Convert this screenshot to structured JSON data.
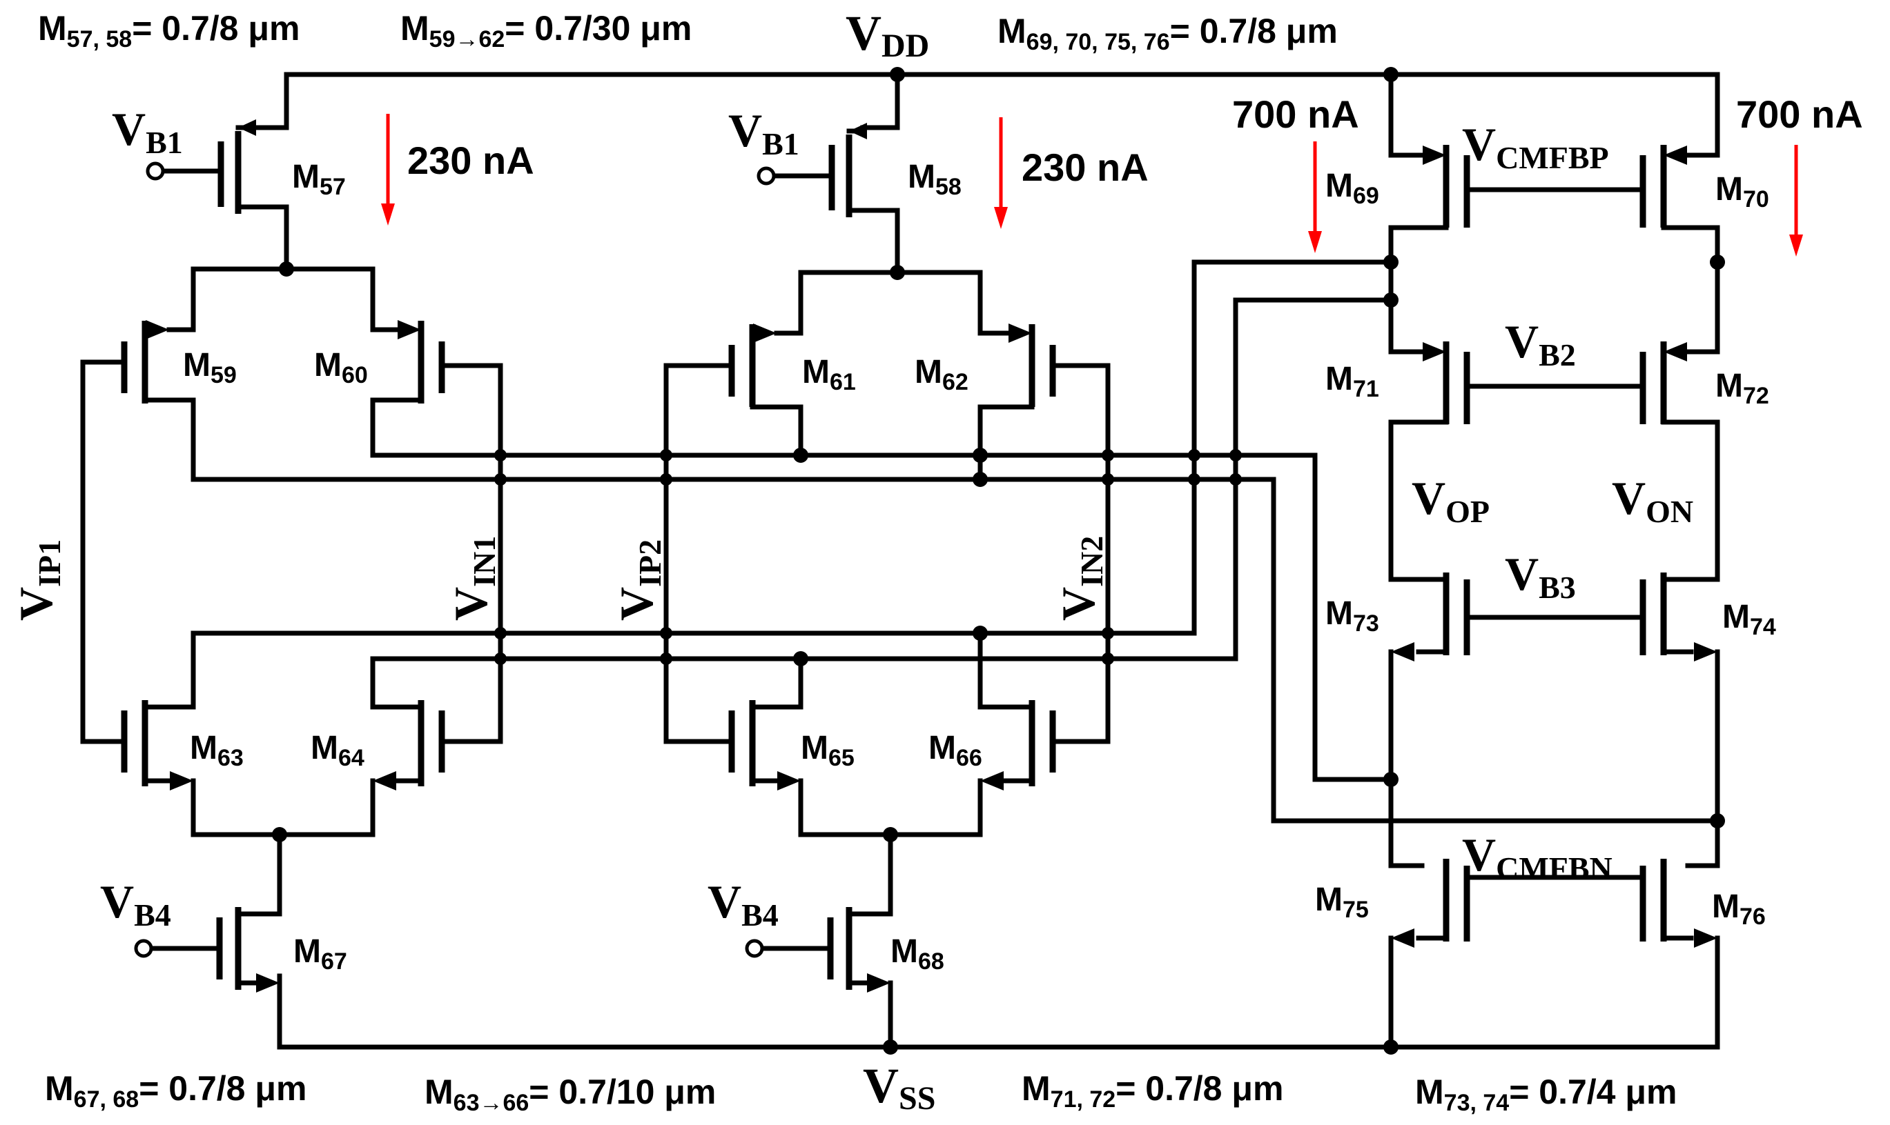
{
  "sizes": {
    "m57_58": {
      "name": "M",
      "sub": "57, 58",
      "value": "= 0.7/8 μm"
    },
    "m59_62": {
      "name": "M",
      "sub": "59→62",
      "value": "= 0.7/30 μm"
    },
    "m69_76": {
      "name": "M",
      "sub": "69, 70, 75, 76",
      "value": "= 0.7/8 μm"
    },
    "m67_68": {
      "name": "M",
      "sub": "67, 68",
      "value": "= 0.7/8 μm"
    },
    "m63_66": {
      "name": "M",
      "sub": "63→66",
      "value": "= 0.7/10 μm"
    },
    "m71_72": {
      "name": "M",
      "sub": "71, 72",
      "value": "= 0.7/8 μm"
    },
    "m73_74": {
      "name": "M",
      "sub": "73, 74",
      "value": "= 0.7/4 μm"
    }
  },
  "supplies": {
    "vdd": {
      "main": "V",
      "sub": "DD"
    },
    "vss": {
      "main": "V",
      "sub": "SS"
    }
  },
  "currents": {
    "left": "230 nA",
    "mid": "230 nA",
    "right1": "700 nA",
    "right2": "700 nA"
  },
  "transistors": {
    "m57": "57",
    "m58": "58",
    "m59": "59",
    "m60": "60",
    "m61": "61",
    "m62": "62",
    "m63": "63",
    "m64": "64",
    "m65": "65",
    "m66": "66",
    "m67": "67",
    "m68": "68",
    "m69": "69",
    "m70": "70",
    "m71": "71",
    "m72": "72",
    "m73": "73",
    "m74": "74",
    "m75": "75",
    "m76": "76"
  },
  "signals": {
    "vb1a": {
      "main": "V",
      "sub": "B1"
    },
    "vb1b": {
      "main": "V",
      "sub": "B1"
    },
    "vb4a": {
      "main": "V",
      "sub": "B4"
    },
    "vb4b": {
      "main": "V",
      "sub": "B4"
    },
    "vcmfbp": {
      "main": "V",
      "sub": "CMFBP"
    },
    "vcmfbn": {
      "main": "V",
      "sub": "CMFBN"
    },
    "vb2": {
      "main": "V",
      "sub": "B2"
    },
    "vb3": {
      "main": "V",
      "sub": "B3"
    },
    "vop": {
      "main": "V",
      "sub": "OP"
    },
    "von": {
      "main": "V",
      "sub": "ON"
    },
    "vip1": {
      "main": "V",
      "sub": "IP1"
    },
    "vin1": {
      "main": "V",
      "sub": "IN1"
    },
    "vip2": {
      "main": "V",
      "sub": "IP2"
    },
    "vin2": {
      "main": "V",
      "sub": "IN2"
    }
  },
  "colors": {
    "wire": "#000000",
    "current_arrow": "#ff0000",
    "background": "#ffffff"
  }
}
